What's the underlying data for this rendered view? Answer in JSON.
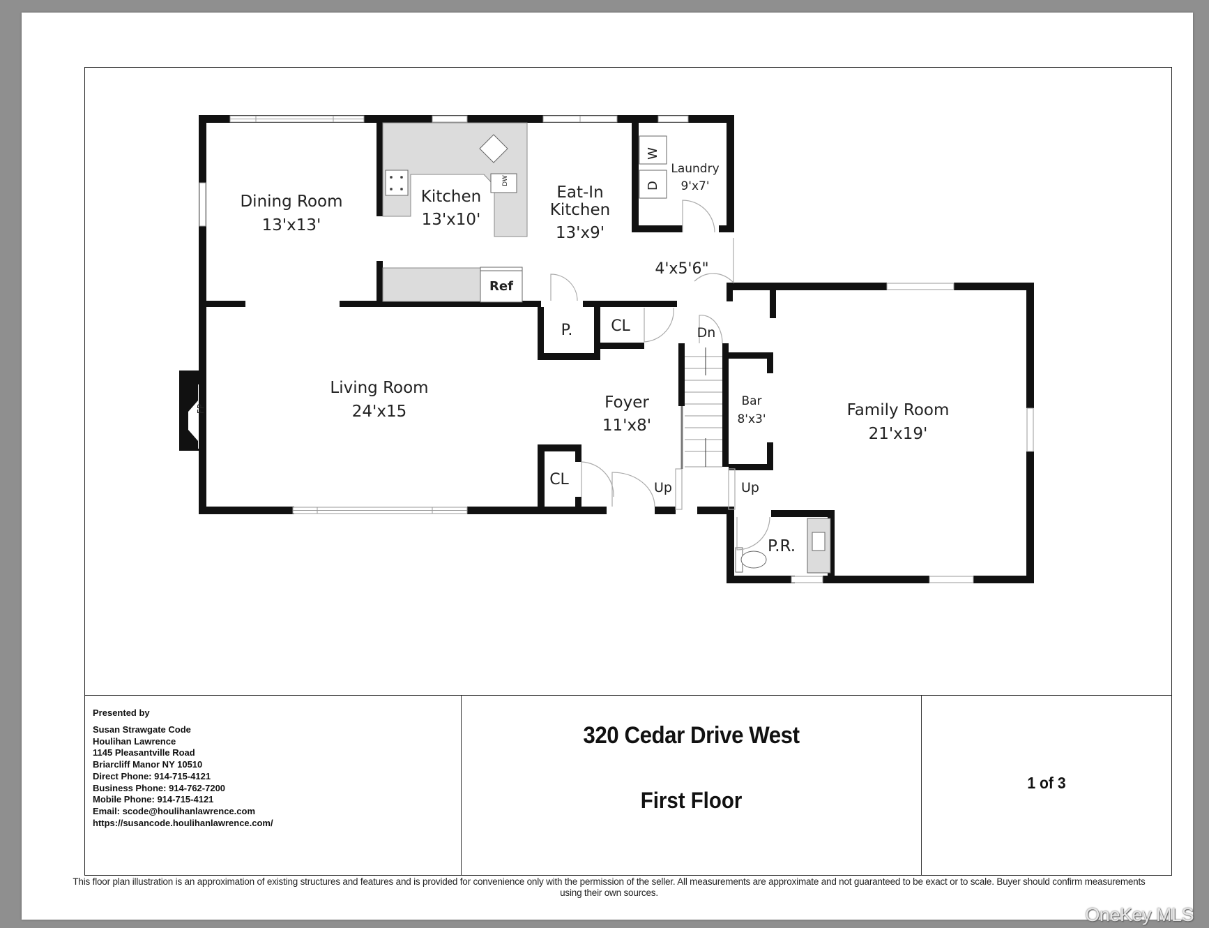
{
  "floor_plan": {
    "rooms": [
      {
        "name": "Dining Room",
        "size": "13'x13'"
      },
      {
        "name": "Kitchen",
        "size": "13'x10'"
      },
      {
        "name": "Eat-In",
        "name2": "Kitchen",
        "size": "13'x9'"
      },
      {
        "name": "Laundry",
        "size": "9'x7'"
      },
      {
        "name": "",
        "size": "4'x5'6\""
      },
      {
        "name": "Living Room",
        "size": "24'x15"
      },
      {
        "name": "Foyer",
        "size": "11'x8'"
      },
      {
        "name": "Bar",
        "size": "8'x3'"
      },
      {
        "name": "Family Room",
        "size": "21'x19'"
      },
      {
        "name": "P.R.",
        "size": ""
      }
    ],
    "labels": {
      "pantry": "P.",
      "closet_upper": "CL",
      "closet_lower": "CL",
      "refrigerator": "Ref",
      "dishwasher": "DW",
      "washer": "W",
      "dryer": "D",
      "fireplace": "FP",
      "stairs_down": "Dn",
      "stairs_up_left": "Up",
      "stairs_up_right": "Up"
    }
  },
  "title_block": {
    "presented_by": "Presented by",
    "contact_lines": [
      "Susan Strawgate Code",
      "Houlihan Lawrence",
      "1145 Pleasantville Road",
      "Briarcliff Manor NY 10510",
      "Direct Phone: 914-715-4121",
      "Business Phone: 914-762-7200",
      "Mobile Phone: 914-715-4121",
      "Email: scode@houlihanlawrence.com",
      "https://susancode.houlihanlawrence.com/"
    ],
    "address": "320 Cedar Drive West",
    "floor": "First Floor",
    "page": "1 of 3"
  },
  "disclaimer": "This floor plan illustration is an approximation of existing structures and features and is provided for convenience only with the permission of the seller. All measurements are approximate and not guaranteed to be exact or to scale. Buyer should confirm measurements using their own sources.",
  "watermark": "OneKey MLS"
}
